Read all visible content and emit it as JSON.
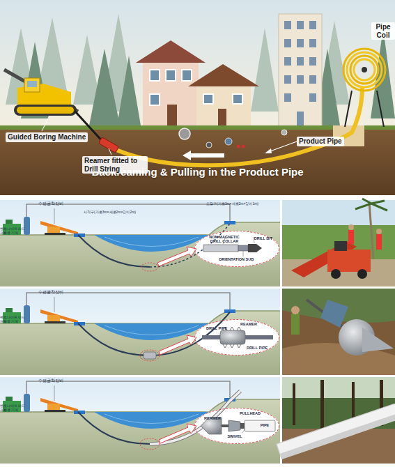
{
  "diagram": {
    "title": "Backreaming & Pulling in the Product Pipe",
    "nodes": [
      {
        "text": [
          "NON-MAGNETIC DRILL COLLAR",
          "DRILL BIT",
          "ORIENTATION SUB"
        ]
      },
      {
        "text": [
          "DRILL PIPE",
          "REAMER",
          "DRILL PIPE"
        ]
      },
      {
        "text": [
          "REAMER",
          "PULLHEAD",
          "SWIVEL",
          "PIPE"
        ]
      }
    ],
    "labels": [
      "Guided Boring Machine",
      "Reamer fitted to Drill String",
      "Product Pipe",
      "Pipe Coil",
      "수평굴착장비",
      "벤토나이트 머드 재활용 기계",
      "시작구(가로3m×세로2m×깊이2m)",
      "도달구(가로3m×세로2m×깊이1m)",
      "수평굴착장비",
      "벤토나이트 머드 재활용 기계",
      "수평굴착장비",
      "벤토나이트 머드 재활용 기계"
    ]
  }
}
